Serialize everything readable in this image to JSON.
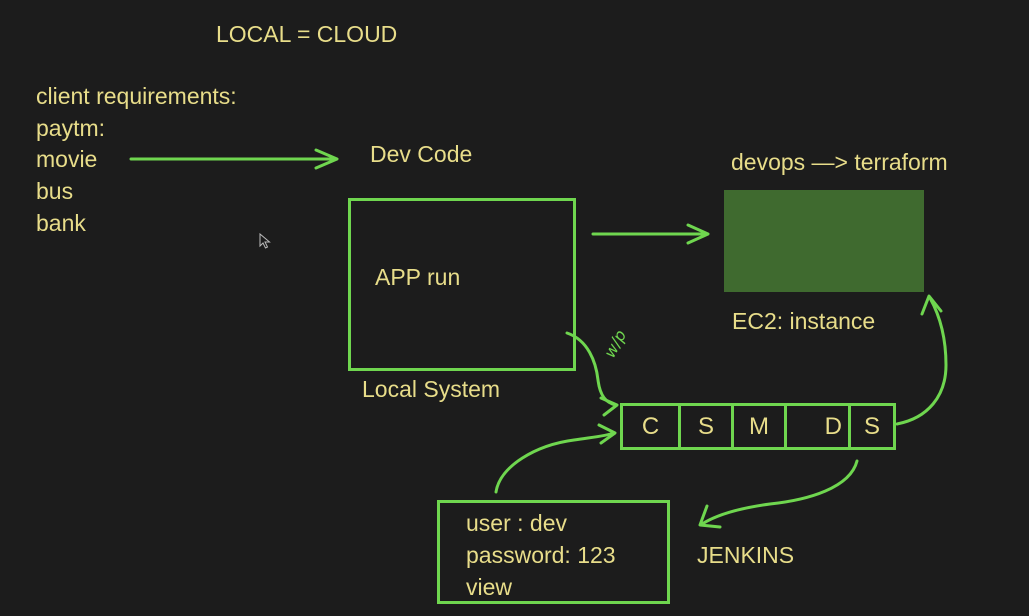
{
  "title": "LOCAL = CLOUD",
  "requirements": {
    "heading": "client requirements:",
    "items": [
      "paytm:",
      "movie",
      "bus",
      "bank"
    ]
  },
  "dev_code": "Dev Code",
  "local_box": {
    "inner": "APP run",
    "caption": "Local System"
  },
  "cloud": {
    "heading": "devops —> terraform",
    "caption": "EC2: instance",
    "fill_color": "#3f6a2f"
  },
  "handwritten_note": "w/p",
  "pipeline": {
    "stages": [
      "C",
      "S",
      "M",
      "D",
      "S"
    ]
  },
  "credentials": {
    "lines": [
      "user : dev",
      "password: 123",
      "view"
    ]
  },
  "jenkins": "JENKINS",
  "colors": {
    "background": "#1c1c1c",
    "text": "#e8dd8a",
    "stroke": "#6fd64f"
  }
}
